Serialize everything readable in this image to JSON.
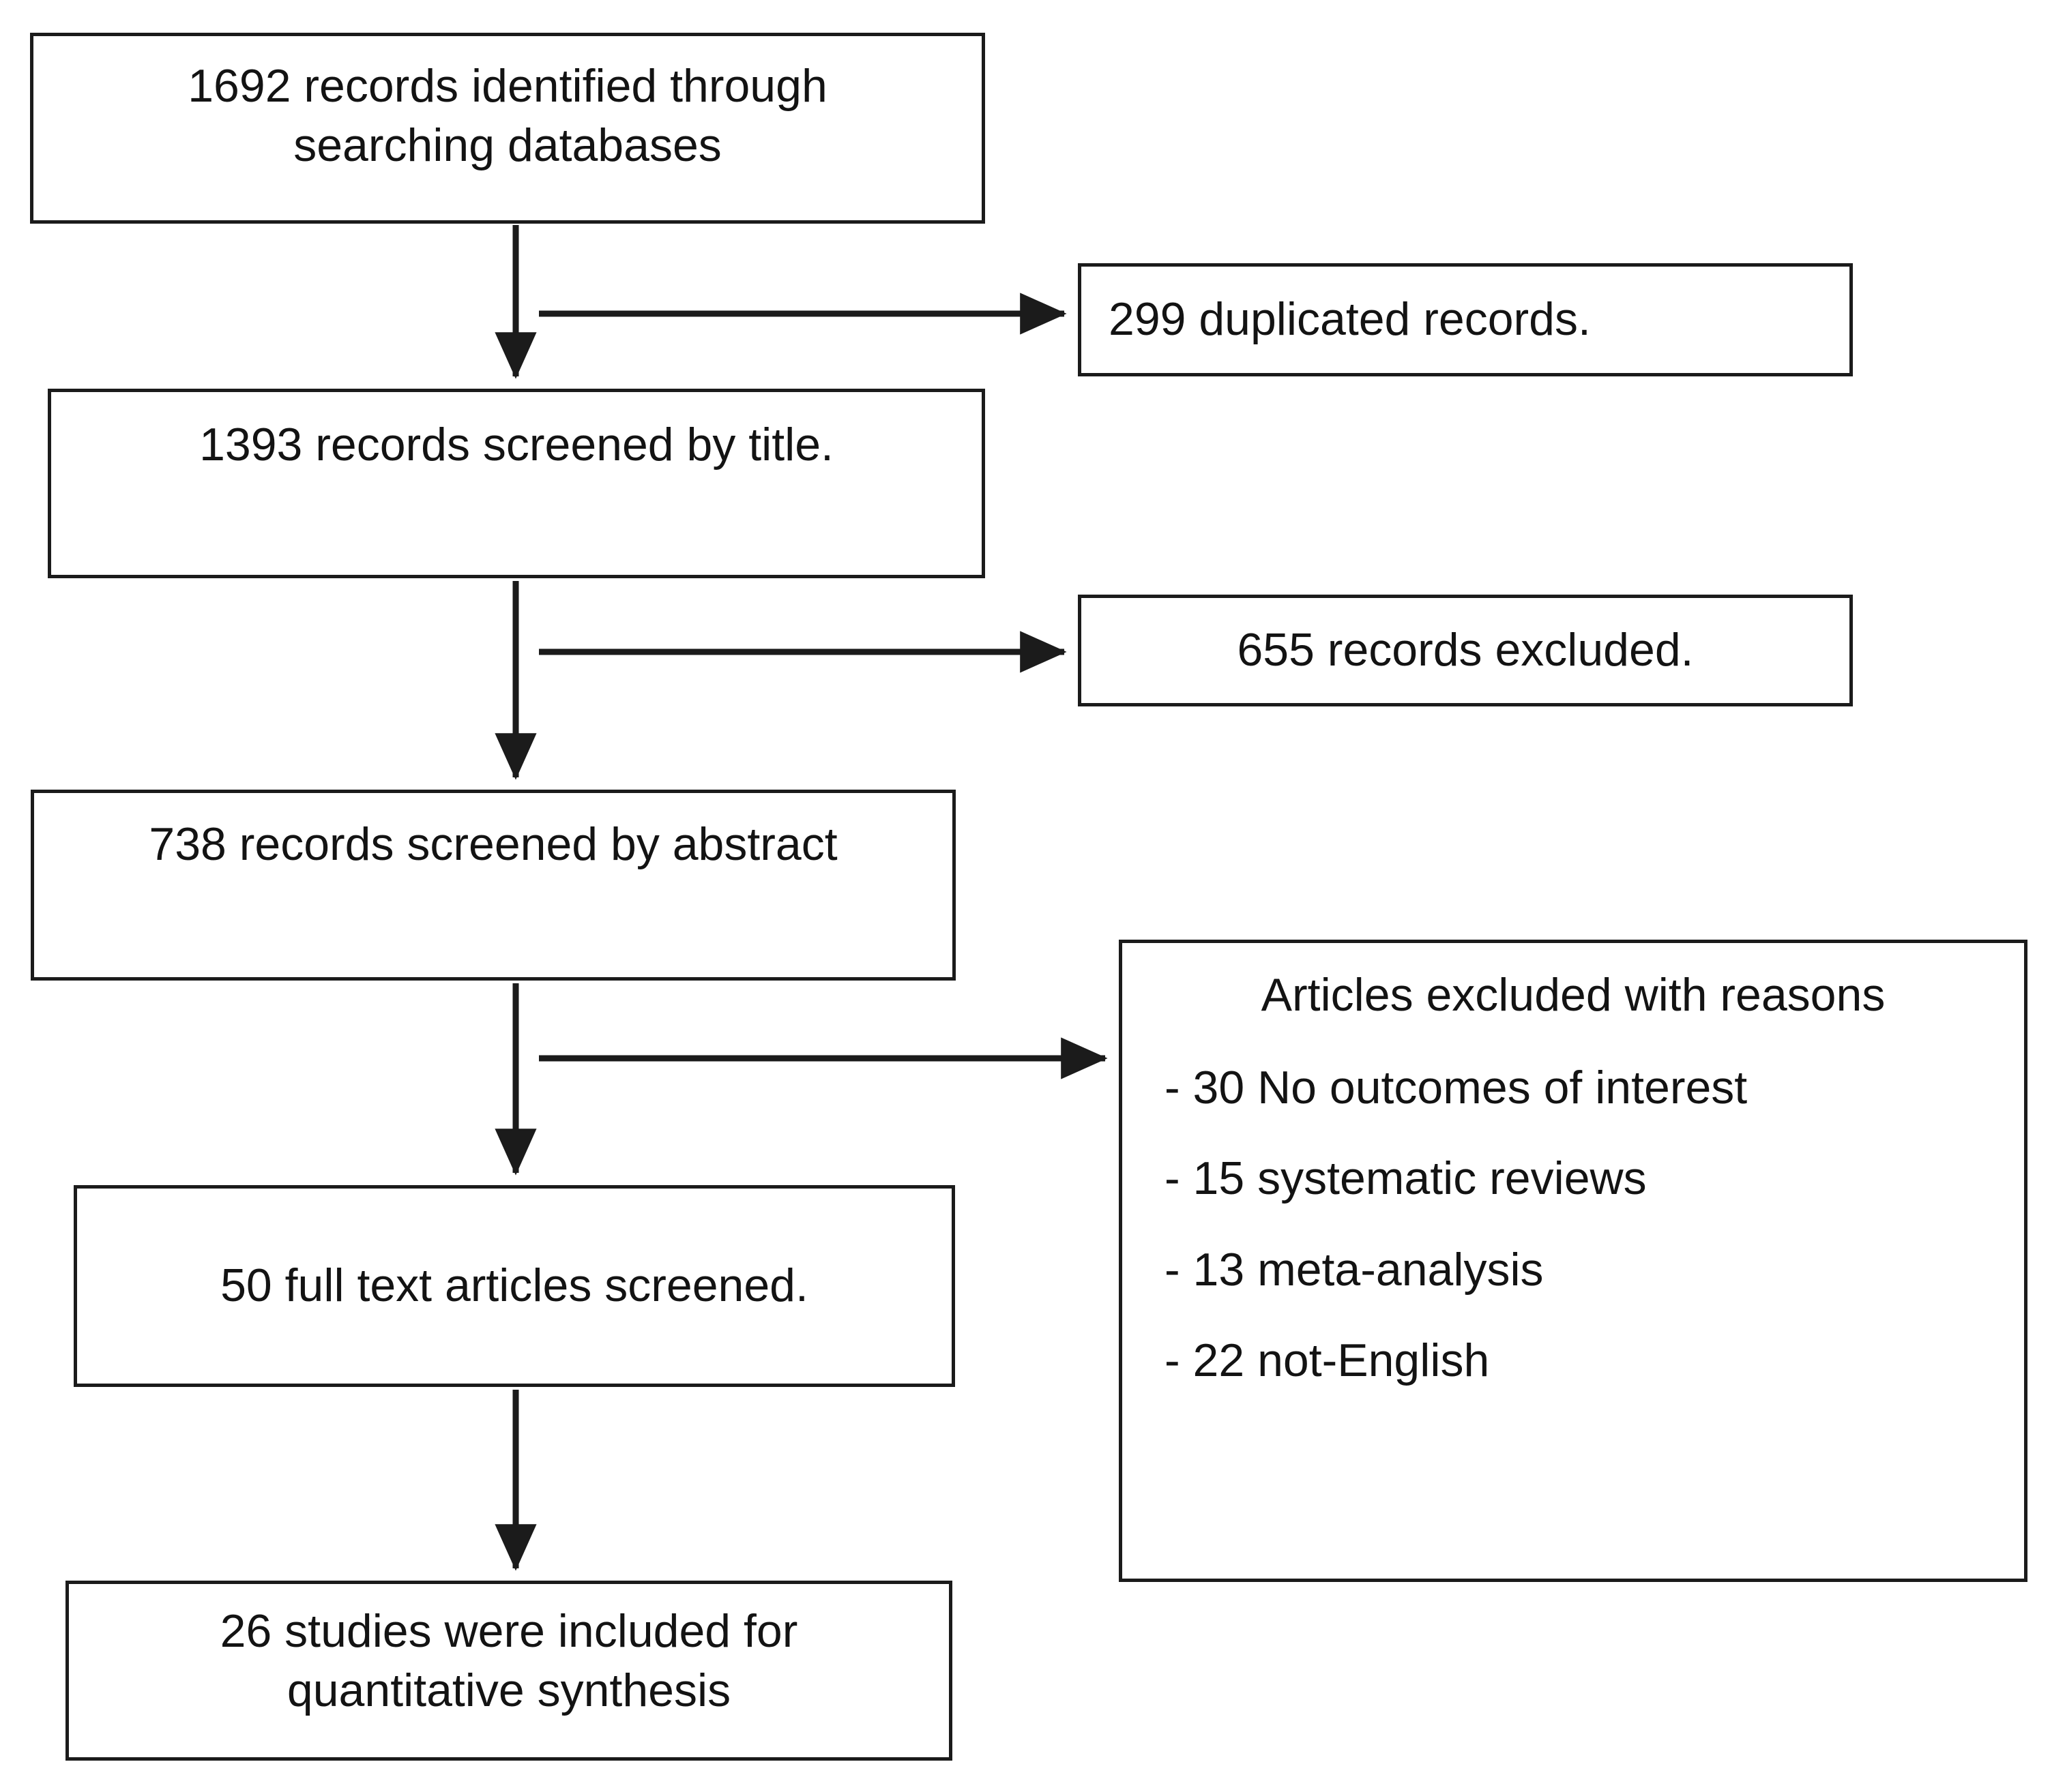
{
  "diagram": {
    "type": "prisma-flow-diagram",
    "line_color": "#1b1b1b",
    "text_color": "#131313",
    "background": "#ffffff",
    "nodes": {
      "identified": "1692 records identified through\nsearching databases",
      "duplicates": "299 duplicated records.",
      "title_screen": "1393 records screened by title.",
      "excluded": "655 records excluded.",
      "abstract_screen": "738 records screened by abstract",
      "fulltext": "50 full text articles screened.",
      "included": "26 studies were included for\nquantitative synthesis",
      "reasons_title": "Articles excluded with reasons",
      "reasons_items": [
        "- 30 No outcomes of interest",
        "- 15 systematic reviews",
        "- 13 meta-analysis",
        "- 22 not-English"
      ]
    },
    "flow_counts": {
      "identified": 1692,
      "duplicates": 299,
      "screened_by_title": 1393,
      "excluded_by_title": 655,
      "screened_by_abstract": 738,
      "full_text_screened": 50,
      "included": 26,
      "excluded_no_outcomes": 30,
      "excluded_systematic_reviews": 15,
      "excluded_meta_analysis": 13,
      "excluded_not_english": 22
    }
  }
}
